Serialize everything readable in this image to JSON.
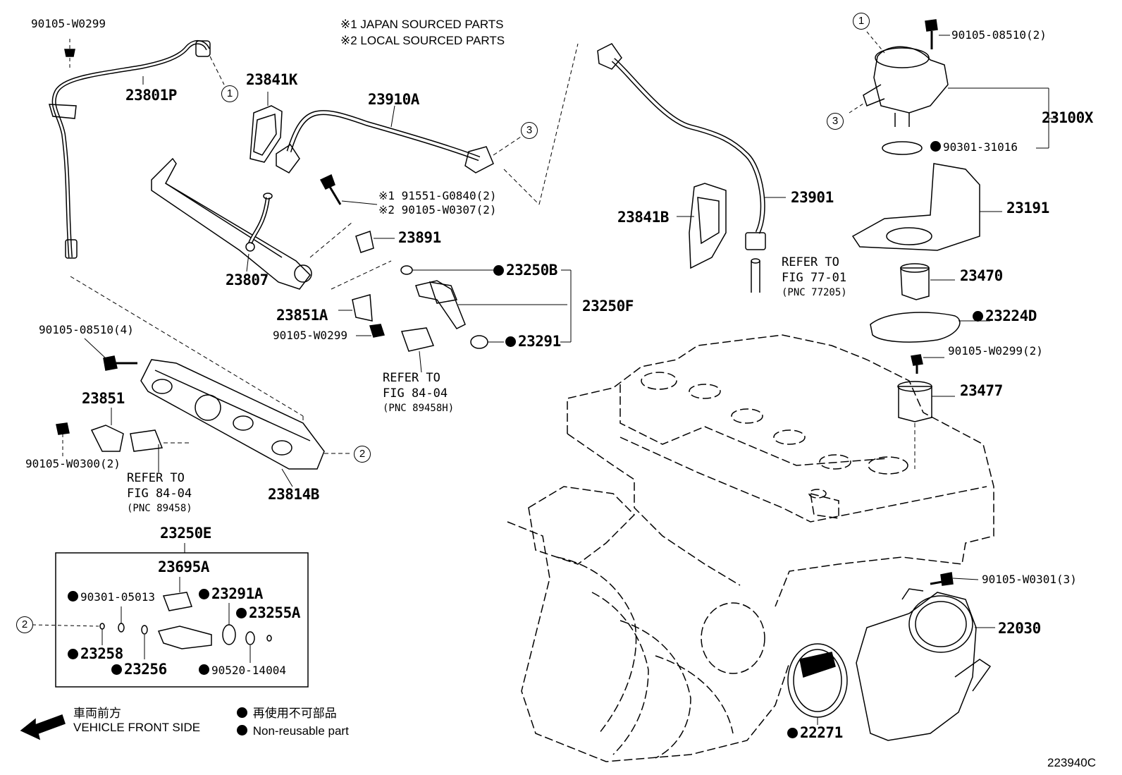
{
  "notes": {
    "note1": "※1 JAPAN SOURCED PARTS",
    "note2": "※2 LOCAL SOURCED PARTS"
  },
  "parts": {
    "p90105_W0299_top": "90105-W0299",
    "p23801P": "23801P",
    "p23841K": "23841K",
    "p23910A": "23910A",
    "p23807": "23807",
    "p91551": "※1 91551-G0840(2)",
    "p90105_W0307": "※2 90105-W0307(2)",
    "p23891": "23891",
    "p23250B": "23250B",
    "p23250F": "23250F",
    "p23851A": "23851A",
    "p90105_W0299_mid": "90105-W0299",
    "p23291": "23291",
    "p90105_08510_4": "90105-08510(4)",
    "p23851": "23851",
    "p90105_W0300": "90105-W0300(2)",
    "p23814B": "23814B",
    "p23250E": "23250E",
    "p23695A": "23695A",
    "p90301_05013": "90301-05013",
    "p23291A": "23291A",
    "p23255A": "23255A",
    "p23258": "23258",
    "p23256": "23256",
    "p90520_14004": "90520-14004",
    "p23841B": "23841B",
    "p23901": "23901",
    "p90105_08510_2": "90105-08510(2)",
    "p23100X": "23100X",
    "p90301_31016": "90301-31016",
    "p23191": "23191",
    "p23470": "23470",
    "p23224D": "23224D",
    "p90105_W0299_2": "90105-W0299(2)",
    "p23477": "23477",
    "p90105_W0301": "90105-W0301(3)",
    "p22030": "22030",
    "p22271": "22271"
  },
  "refs": {
    "ref1": {
      "line1": "REFER TO",
      "line2": "FIG 84-04",
      "line3": "(PNC 89458H)"
    },
    "ref2": {
      "line1": "REFER TO",
      "line2": "FIG 84-04",
      "line3": "(PNC 89458)"
    },
    "ref3": {
      "line1": "REFER TO",
      "line2": "FIG 77-01",
      "line3": "(PNC 77205)"
    }
  },
  "callouts": {
    "c1": "1",
    "c2": "2",
    "c3": "3"
  },
  "legend": {
    "front_jp": "車両前方",
    "front_en": "VEHICLE FRONT SIDE",
    "nonreuse_jp": "再使用不可部品",
    "nonreuse_en": "Non-reusable part"
  },
  "diagram_id": "223940C"
}
